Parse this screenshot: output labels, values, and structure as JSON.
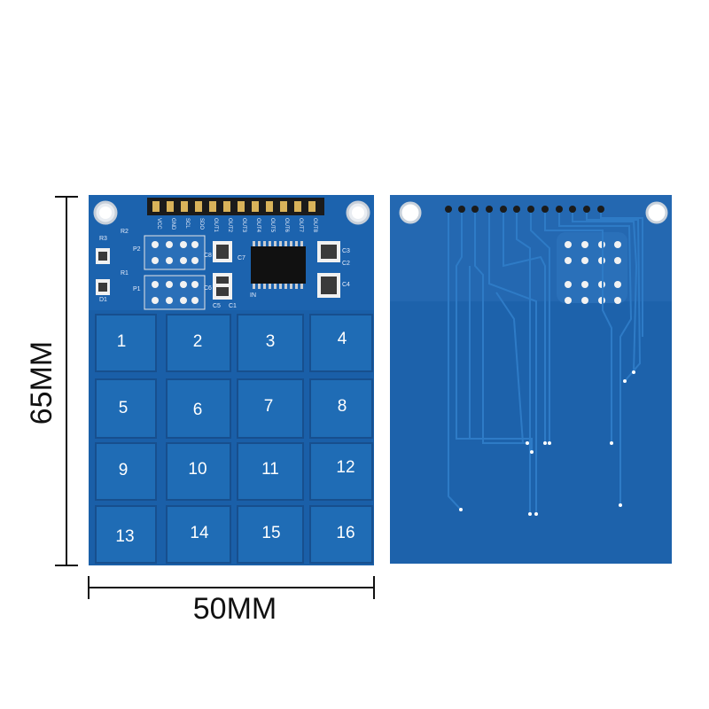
{
  "dimensions": {
    "height_label": "65MM",
    "width_label": "50MM"
  },
  "front_board": {
    "pad_numbers": [
      "1",
      "2",
      "3",
      "4",
      "5",
      "6",
      "7",
      "8",
      "9",
      "10",
      "11",
      "12",
      "13",
      "14",
      "15",
      "16"
    ],
    "header_pins": [
      "VCC",
      "GND",
      "SCL",
      "SDO",
      "OUT1",
      "OUT2",
      "OUT3",
      "OUT4",
      "OUT5",
      "OUT6",
      "OUT7",
      "OUT8"
    ],
    "component_labels": [
      "R3",
      "R2",
      "R1",
      "D1",
      "C8",
      "C7",
      "C6",
      "C5",
      "C1",
      "C2",
      "C3",
      "C4",
      "P1",
      "P2",
      "IN"
    ]
  },
  "colors": {
    "board_blue": "#1a5fa8",
    "pad_blue": "#1f6cb5",
    "pad_edge": "#174f8e",
    "back_blue": "#1d62ab",
    "trace_blue": "#2a78c2",
    "gold": "#d9b35a"
  }
}
